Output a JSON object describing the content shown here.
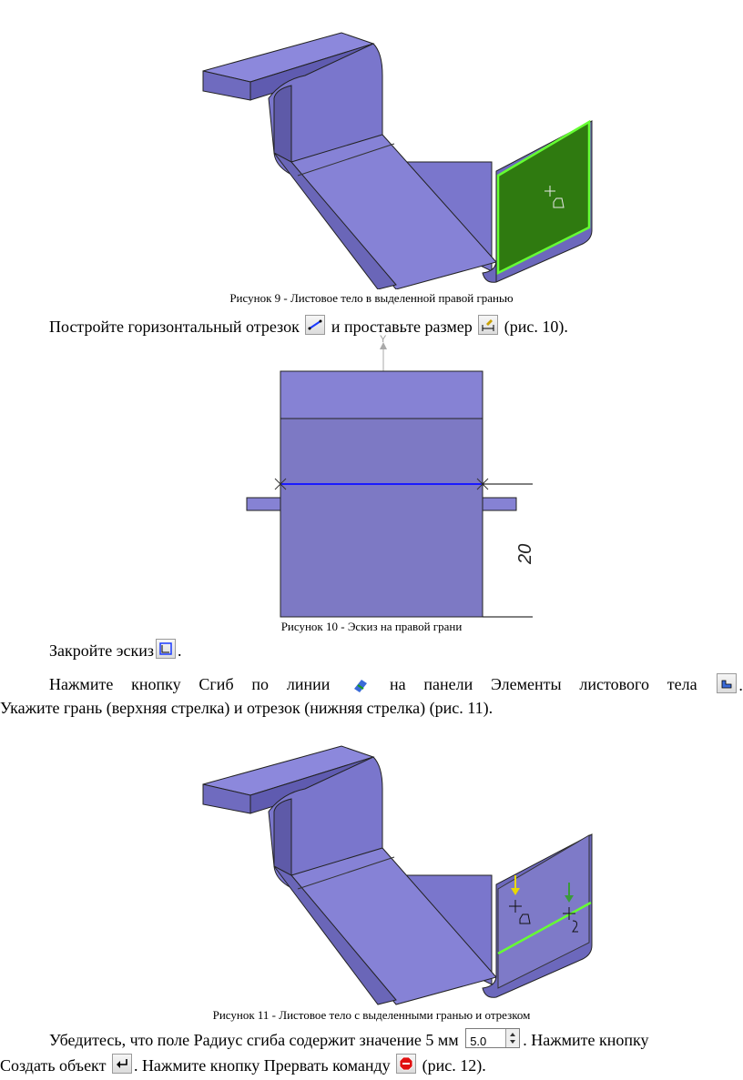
{
  "figure9": {
    "caption": "Рисунок 9 - Листовое тело в выделенной правой гранью"
  },
  "para1": {
    "text_a": "Постройте горизонтальный отрезок",
    "text_b": "и проставьте размер",
    "text_c": "(рис. 10)."
  },
  "figure10": {
    "caption": "Рисунок 10 - Эскиз на правой грани",
    "dimension": "20",
    "axis_label": "Y"
  },
  "para2": {
    "text_a": "Закройте эскиз",
    "text_b": "."
  },
  "para3": {
    "line1_words": [
      "Нажмите",
      "кнопку",
      "Сгиб",
      "по",
      "линии",
      "[icon]",
      "на",
      "панели",
      "Элементы",
      "листового",
      "тела",
      "[icon2]"
    ],
    "line1_end": ".",
    "line2": "Укажите грань (верхняя стрелка) и отрезок (нижняя стрелка) (рис. 11)."
  },
  "figure11": {
    "caption": "Рисунок 11 - Листовое тело с выделенными гранью и отрезком"
  },
  "para4": {
    "text_a": "Убедитесь, что поле Радиус сгиба содержит значение 5 мм",
    "spin_value": "5.0",
    "text_b": ". Нажмите кнопку",
    "text_c": "Создать объект",
    "text_d": ". Нажмите кнопку Прервать команду",
    "text_e": "(рис. 12)."
  },
  "colors": {
    "body": "#8a86d8",
    "body_dark": "#6e6ab8",
    "face_selected": "#2f7a10",
    "highlight": "#66ff33",
    "sketch_line": "#1a1aff"
  },
  "icons": [
    "line-segment-icon",
    "dimension-icon",
    "close-sketch-icon",
    "bend-line-icon",
    "sheet-panel-icon",
    "create-object-icon",
    "stop-icon"
  ]
}
